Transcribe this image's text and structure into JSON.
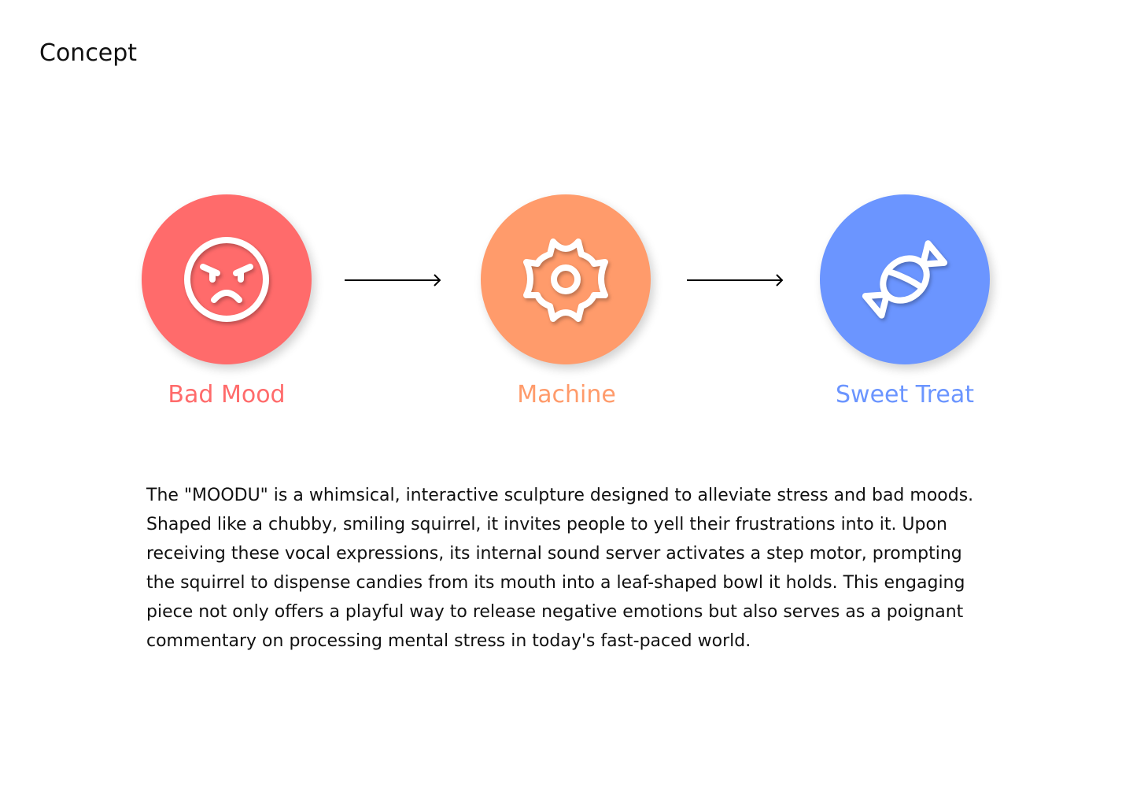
{
  "title": "Concept",
  "steps": [
    {
      "label": "Bad Mood",
      "icon": "angry-face-icon",
      "color": "#FF6B6B"
    },
    {
      "label": "Machine",
      "icon": "gear-icon",
      "color": "#FF9B6B"
    },
    {
      "label": "Sweet Treat",
      "icon": "candy-icon",
      "color": "#6B95FF"
    }
  ],
  "description": "The \"MOODU\" is a whimsical, interactive sculpture designed to alleviate stress and bad moods. Shaped like a chubby, smiling squirrel, it invites people to yell their frustrations into it. Upon receiving these vocal expressions, its internal sound server activates a step motor, prompting the squirrel to dispense candies from its mouth into a leaf-shaped bowl it holds. This engaging piece not only offers a playful way to release negative emotions but also serves as a poignant commentary on processing mental stress in today's fast-paced world."
}
